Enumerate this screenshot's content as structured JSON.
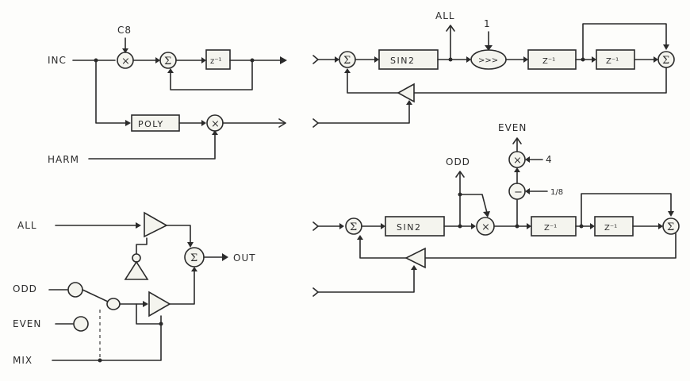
{
  "labels": {
    "inc": "INC",
    "c8": "C8",
    "harm": "HARM",
    "all_top": "ALL",
    "one": "1",
    "even": "EVEN",
    "four": "4",
    "odd": "ODD",
    "eighth": "1/8",
    "all": "ALL",
    "odd_in": "ODD",
    "even_in": "EVEN",
    "mix": "MIX",
    "out": "OUT"
  },
  "blocks": {
    "sum": "Σ",
    "mult": "×",
    "delay": "z⁻¹",
    "poly": "POLY",
    "sin2": "SIN2",
    "shift": ">>>",
    "minus": "−",
    "zinv": "Z⁻¹"
  }
}
